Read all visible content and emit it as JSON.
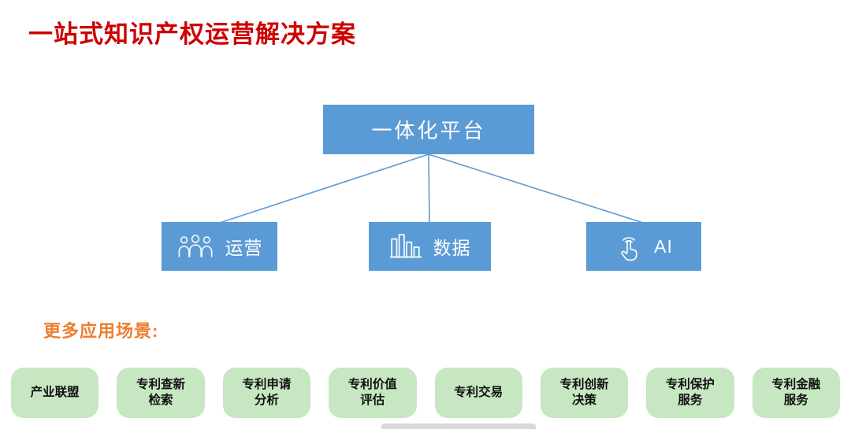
{
  "title": "一站式知识产权运营解决方案",
  "diagram": {
    "root": {
      "label": "一体化平台"
    },
    "children": [
      {
        "label": "运营",
        "icon": "people-icon"
      },
      {
        "label": "数据",
        "icon": "bar-chart-icon"
      },
      {
        "label": "AI",
        "icon": "touch-gesture-icon"
      }
    ]
  },
  "scenarios": {
    "heading": "更多应用场景:",
    "items": [
      "产业联盟",
      "专利查新\n检索",
      "专利申请\n分析",
      "专利价值\n评估",
      "专利交易",
      "专利创新\n决策",
      "专利保护\n服务",
      "专利金融\n服务"
    ]
  },
  "colors": {
    "title_red": "#ce0202",
    "node_blue": "#5b9bd5",
    "pill_green": "#c7e6c2",
    "heading_orange": "#ed7d31"
  }
}
